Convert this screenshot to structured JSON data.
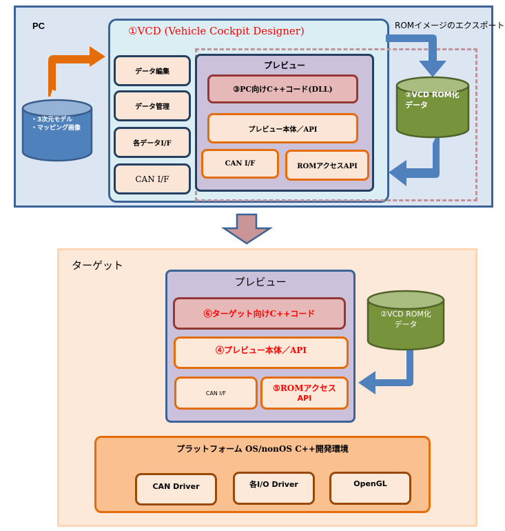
{
  "pc": {
    "label": "PC",
    "vcd_title": "①VCD (Vehicle Cockpit Designer)",
    "export_label": "ROMイメージのエクスポート",
    "source_db": {
      "icon": "database-cylinder-icon",
      "lines": [
        "・3次元モデル",
        "・マッピング画像"
      ]
    },
    "vcd_items": [
      {
        "label": "データ編集"
      },
      {
        "label": "データ管理"
      },
      {
        "label": "各データI/F"
      },
      {
        "label": "CAN I/F"
      }
    ],
    "preview": {
      "title": "プレビュー",
      "dll": "③PC向けC++コード(DLL)",
      "body_api": "プレビュー本体／API",
      "can_if": "CAN I/F",
      "rom_api": "ROMアクセスAPI"
    },
    "rom_db": {
      "icon": "database-cylinder-icon",
      "line1": "②VCD ROM化",
      "line2": "データ"
    }
  },
  "transition_arrow": {
    "icon": "arrow-down-icon"
  },
  "target": {
    "label": "ターゲット",
    "preview": {
      "title": "プレビュー",
      "code": "⑥ターゲット向けC++コード",
      "body_api": "④プレビュー本体／API",
      "can_if": "CAN I/F",
      "rom_api_line1": "⑤ROMアクセス",
      "rom_api_line2": "API"
    },
    "rom_db": {
      "icon": "database-cylinder-icon",
      "line1": "②VCD ROM化",
      "line2": "データ"
    },
    "platform": {
      "title": "プラットフォーム OS/nonOS  C++開発環境",
      "drivers": [
        {
          "label": "CAN Driver"
        },
        {
          "label": "各I/O Driver"
        },
        {
          "label": "OpenGL"
        }
      ]
    }
  },
  "colors": {
    "pc_bg": "#dce6f2",
    "pc_border": "#3c6395",
    "vcd_bg": "#dbeef4",
    "preview_bg": "#ccc1da",
    "code_bg": "#e6b9b8",
    "code_border": "#953735",
    "orange": "#e46c0a",
    "cream": "#fbe5d6",
    "target_bg": "#fde9d9",
    "platform_bg": "#fac090",
    "blue_db": "#4f81bd",
    "green_db": "#77933c",
    "red_text": "#ff0000",
    "arrow_blue": "#4f81bd",
    "arrow_pink": "#c99596"
  }
}
